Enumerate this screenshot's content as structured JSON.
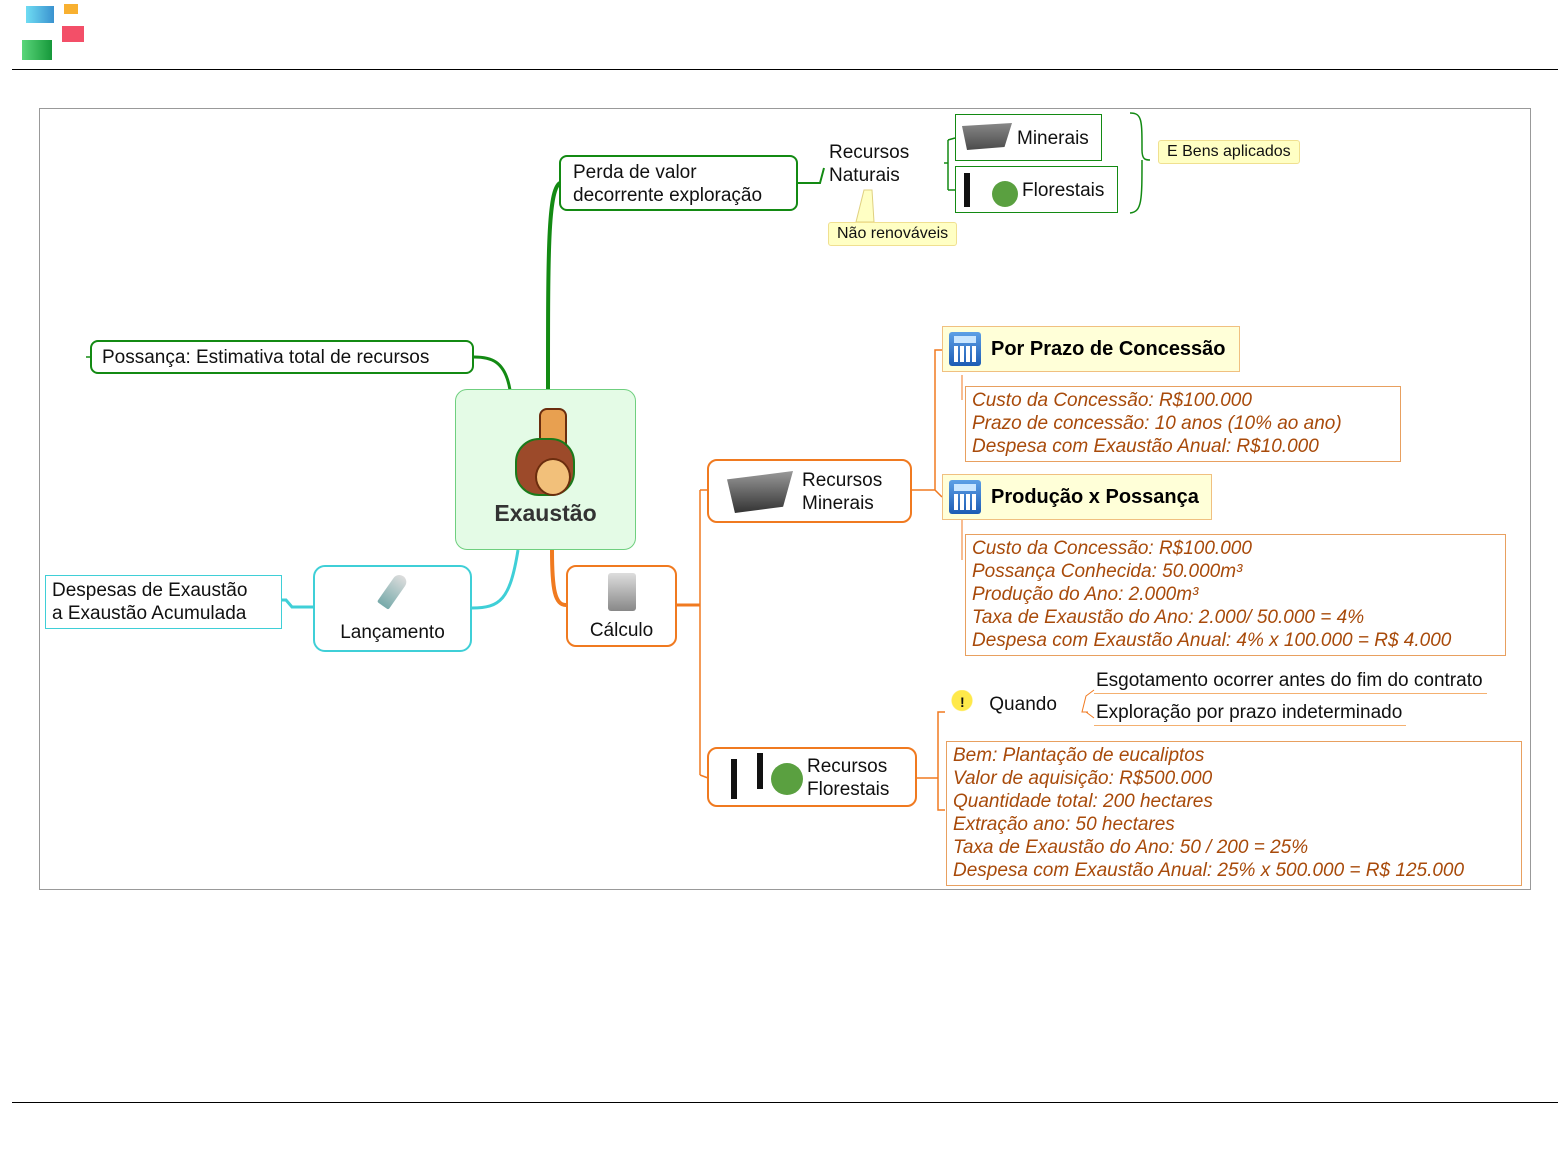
{
  "central": {
    "label": "Exaustão",
    "icon": "wood-log-icon"
  },
  "branches": {
    "perda": {
      "label_line1": "Perda de valor",
      "label_line2": "decorrente exploração"
    },
    "recursos_naturais": {
      "line1": "Recursos",
      "line2": "Naturais",
      "note": "Não renováveis"
    },
    "minerais": "Minerais",
    "florestais": "Florestais",
    "bens_note": "E Bens aplicados",
    "possanca": "Possança: Estimativa total de recursos",
    "lancamento": {
      "label": "Lançamento",
      "note_line1": "Despesas de Exaustão",
      "note_line2": "a Exaustão Acumulada"
    },
    "calculo": "Cálculo",
    "recursos_minerais": {
      "line1": "Recursos",
      "line2": "Minerais"
    },
    "recursos_florestais": {
      "line1": "Recursos",
      "line2": "Florestais"
    },
    "prazo": {
      "title": "Por Prazo de Concessão",
      "lines": [
        "Custo da Concessão: R$100.000",
        "Prazo de concessão: 10 anos  (10% ao ano)",
        "Despesa com Exaustão Anual: R$10.000"
      ]
    },
    "producao": {
      "title": "Produção x Possança",
      "lines": [
        "Custo da Concessão: R$100.000",
        "Possança Conhecida: 50.000m³",
        "Produção do Ano: 2.000m³",
        "Taxa de Exaustão do Ano: 2.000/ 50.000 = 4%",
        "Despesa com Exaustão Anual: 4% x 100.000 = R$ 4.000"
      ]
    },
    "quando": {
      "label": "Quando",
      "items": [
        "Esgotamento ocorrer antes do fim do contrato",
        "Exploração por prazo indeterminado"
      ]
    },
    "florestal_box": {
      "lines": [
        "Bem: Plantação de eucaliptos",
        "Valor de aquisição: R$500.000",
        "Quantidade total: 200 hectares",
        "Extração ano: 50 hectares",
        "Taxa de Exaustão do Ano: 50 / 200 = 25%",
        "Despesa com Exaustão Anual: 25% x 500.000 = R$ 125.000"
      ]
    }
  },
  "colors": {
    "green": "#138a13",
    "orange": "#f07a20",
    "cyan": "#3fcfd7",
    "text_italic": "#a84a0a"
  }
}
